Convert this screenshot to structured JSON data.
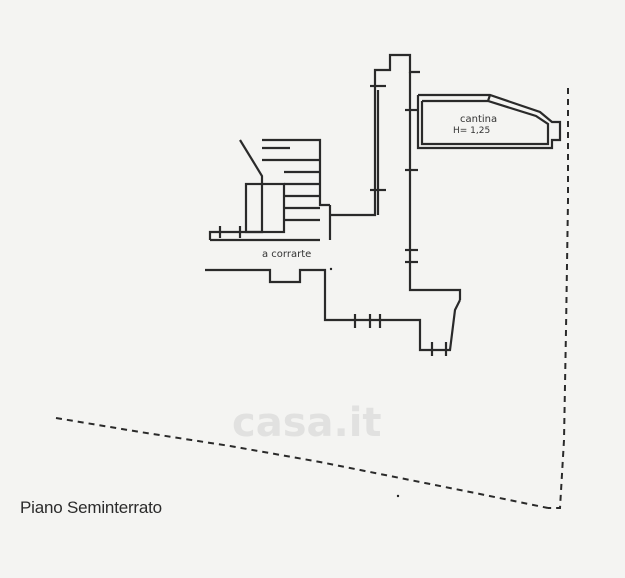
{
  "plan": {
    "rooms": {
      "cantina_label": "cantina",
      "cantina_height": "H= 1,25",
      "corte_label": "a corrarte"
    },
    "floor_caption": "Piano Seminterrato",
    "watermark": "casa.it",
    "colors": {
      "background": "#f4f4f2",
      "ink": "#222222"
    }
  }
}
